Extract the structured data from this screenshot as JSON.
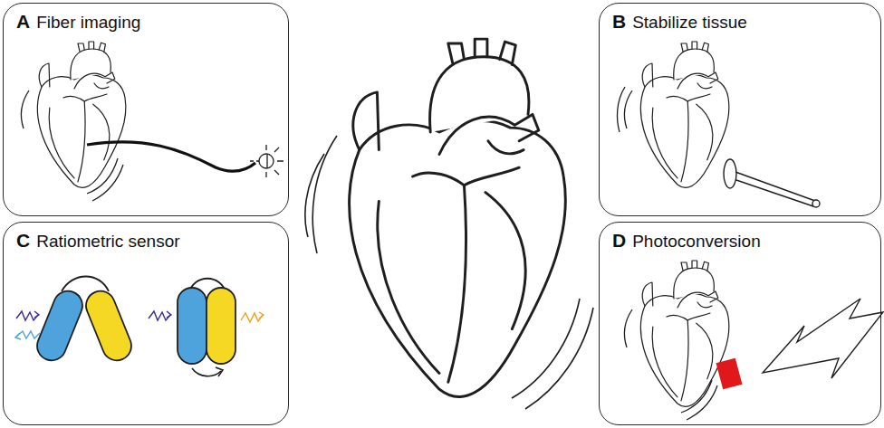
{
  "diagram": {
    "nodes": [
      {
        "text": [
          "A",
          "Fiber imaging"
        ]
      },
      {
        "text": [
          "B",
          "Stabilize tissue"
        ]
      },
      {
        "text": [
          "C",
          "Ratiometric sensor"
        ]
      },
      {
        "text": [
          "D",
          "Photoconversion"
        ]
      }
    ]
  }
}
